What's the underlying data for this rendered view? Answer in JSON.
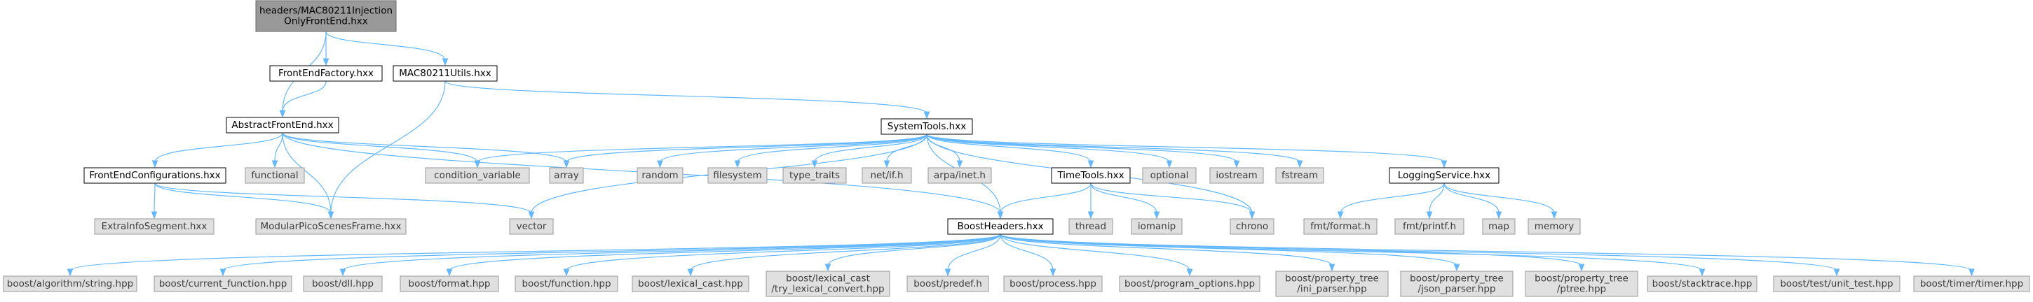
{
  "graph": {
    "edge_color": "#63b8ff",
    "nodes": [
      {
        "id": "main",
        "kind": "main",
        "lines": [
          "headers/MAC80211Injection",
          "OnlyFrontEnd.hxx"
        ]
      },
      {
        "id": "frontendfactory",
        "kind": "local",
        "lines": [
          "FrontEndFactory.hxx"
        ]
      },
      {
        "id": "mac80211utils",
        "kind": "local",
        "lines": [
          "MAC80211Utils.hxx"
        ]
      },
      {
        "id": "abstractfrontend",
        "kind": "local",
        "lines": [
          "AbstractFrontEnd.hxx"
        ]
      },
      {
        "id": "systemtools",
        "kind": "local",
        "lines": [
          "SystemTools.hxx"
        ]
      },
      {
        "id": "frontendconfigurations",
        "kind": "local",
        "lines": [
          "FrontEndConfigurations.hxx"
        ]
      },
      {
        "id": "functional",
        "kind": "ext",
        "lines": [
          "functional"
        ]
      },
      {
        "id": "condition_variable",
        "kind": "ext",
        "lines": [
          "condition_variable"
        ]
      },
      {
        "id": "array",
        "kind": "ext",
        "lines": [
          "array"
        ]
      },
      {
        "id": "random",
        "kind": "ext",
        "lines": [
          "random"
        ]
      },
      {
        "id": "filesystem",
        "kind": "ext",
        "lines": [
          "filesystem"
        ]
      },
      {
        "id": "type_traits",
        "kind": "ext",
        "lines": [
          "type_traits"
        ]
      },
      {
        "id": "net_if",
        "kind": "ext",
        "lines": [
          "net/if.h"
        ]
      },
      {
        "id": "arpa_inet",
        "kind": "ext",
        "lines": [
          "arpa/inet.h"
        ]
      },
      {
        "id": "timetools",
        "kind": "local",
        "lines": [
          "TimeTools.hxx"
        ]
      },
      {
        "id": "optional",
        "kind": "ext",
        "lines": [
          "optional"
        ]
      },
      {
        "id": "iostream",
        "kind": "ext",
        "lines": [
          "iostream"
        ]
      },
      {
        "id": "fstream",
        "kind": "ext",
        "lines": [
          "fstream"
        ]
      },
      {
        "id": "loggingservice",
        "kind": "local",
        "lines": [
          "LoggingService.hxx"
        ]
      },
      {
        "id": "extrainfosegment",
        "kind": "ext",
        "lines": [
          "ExtraInfoSegment.hxx"
        ]
      },
      {
        "id": "modularpicoscenesframe",
        "kind": "ext",
        "lines": [
          "ModularPicoScenesFrame.hxx"
        ]
      },
      {
        "id": "vector",
        "kind": "ext",
        "lines": [
          "vector"
        ]
      },
      {
        "id": "boostheaders",
        "kind": "local",
        "lines": [
          "BoostHeaders.hxx"
        ]
      },
      {
        "id": "thread",
        "kind": "ext",
        "lines": [
          "thread"
        ]
      },
      {
        "id": "iomanip",
        "kind": "ext",
        "lines": [
          "iomanip"
        ]
      },
      {
        "id": "chrono",
        "kind": "ext",
        "lines": [
          "chrono"
        ]
      },
      {
        "id": "fmt_format",
        "kind": "ext",
        "lines": [
          "fmt/format.h"
        ]
      },
      {
        "id": "fmt_printf",
        "kind": "ext",
        "lines": [
          "fmt/printf.h"
        ]
      },
      {
        "id": "map",
        "kind": "ext",
        "lines": [
          "map"
        ]
      },
      {
        "id": "memory",
        "kind": "ext",
        "lines": [
          "memory"
        ]
      },
      {
        "id": "b_algorithm",
        "kind": "ext",
        "lines": [
          "boost/algorithm/string.hpp"
        ]
      },
      {
        "id": "b_current_function",
        "kind": "ext",
        "lines": [
          "boost/current_function.hpp"
        ]
      },
      {
        "id": "b_dll",
        "kind": "ext",
        "lines": [
          "boost/dll.hpp"
        ]
      },
      {
        "id": "b_format",
        "kind": "ext",
        "lines": [
          "boost/format.hpp"
        ]
      },
      {
        "id": "b_function",
        "kind": "ext",
        "lines": [
          "boost/function.hpp"
        ]
      },
      {
        "id": "b_lexical_cast",
        "kind": "ext",
        "lines": [
          "boost/lexical_cast.hpp"
        ]
      },
      {
        "id": "b_try_lexical",
        "kind": "ext",
        "lines": [
          "boost/lexical_cast",
          "/try_lexical_convert.hpp"
        ]
      },
      {
        "id": "b_predef",
        "kind": "ext",
        "lines": [
          "boost/predef.h"
        ]
      },
      {
        "id": "b_process",
        "kind": "ext",
        "lines": [
          "boost/process.hpp"
        ]
      },
      {
        "id": "b_program_options",
        "kind": "ext",
        "lines": [
          "boost/program_options.hpp"
        ]
      },
      {
        "id": "b_ini_parser",
        "kind": "ext",
        "lines": [
          "boost/property_tree",
          "/ini_parser.hpp"
        ]
      },
      {
        "id": "b_json_parser",
        "kind": "ext",
        "lines": [
          "boost/property_tree",
          "/json_parser.hpp"
        ]
      },
      {
        "id": "b_ptree",
        "kind": "ext",
        "lines": [
          "boost/property_tree",
          "/ptree.hpp"
        ]
      },
      {
        "id": "b_stacktrace",
        "kind": "ext",
        "lines": [
          "boost/stacktrace.hpp"
        ]
      },
      {
        "id": "b_unit_test",
        "kind": "ext",
        "lines": [
          "boost/test/unit_test.hpp"
        ]
      },
      {
        "id": "b_timer",
        "kind": "ext",
        "lines": [
          "boost/timer/timer.hpp"
        ]
      }
    ],
    "edges": [
      [
        "main",
        "frontendfactory"
      ],
      [
        "main",
        "mac80211utils"
      ],
      [
        "main",
        "abstractfrontend"
      ],
      [
        "frontendfactory",
        "abstractfrontend"
      ],
      [
        "mac80211utils",
        "systemtools"
      ],
      [
        "mac80211utils",
        "modularpicoscenesframe"
      ],
      [
        "abstractfrontend",
        "frontendconfigurations"
      ],
      [
        "abstractfrontend",
        "functional"
      ],
      [
        "abstractfrontend",
        "condition_variable"
      ],
      [
        "abstractfrontend",
        "array"
      ],
      [
        "abstractfrontend",
        "modularpicoscenesframe"
      ],
      [
        "abstractfrontend",
        "boostheaders"
      ],
      [
        "frontendconfigurations",
        "extrainfosegment"
      ],
      [
        "frontendconfigurations",
        "modularpicoscenesframe"
      ],
      [
        "frontendconfigurations",
        "vector"
      ],
      [
        "systemtools",
        "condition_variable"
      ],
      [
        "systemtools",
        "array"
      ],
      [
        "systemtools",
        "vector"
      ],
      [
        "systemtools",
        "random"
      ],
      [
        "systemtools",
        "filesystem"
      ],
      [
        "systemtools",
        "type_traits"
      ],
      [
        "systemtools",
        "net_if"
      ],
      [
        "systemtools",
        "arpa_inet"
      ],
      [
        "systemtools",
        "boostheaders"
      ],
      [
        "systemtools",
        "timetools"
      ],
      [
        "systemtools",
        "optional"
      ],
      [
        "systemtools",
        "iostream"
      ],
      [
        "systemtools",
        "fstream"
      ],
      [
        "systemtools",
        "chrono"
      ],
      [
        "systemtools",
        "loggingservice"
      ],
      [
        "timetools",
        "boostheaders"
      ],
      [
        "timetools",
        "thread"
      ],
      [
        "timetools",
        "iomanip"
      ],
      [
        "timetools",
        "chrono"
      ],
      [
        "loggingservice",
        "fmt_format"
      ],
      [
        "loggingservice",
        "fmt_printf"
      ],
      [
        "loggingservice",
        "map"
      ],
      [
        "loggingservice",
        "memory"
      ],
      [
        "boostheaders",
        "b_algorithm"
      ],
      [
        "boostheaders",
        "b_current_function"
      ],
      [
        "boostheaders",
        "b_dll"
      ],
      [
        "boostheaders",
        "b_format"
      ],
      [
        "boostheaders",
        "b_function"
      ],
      [
        "boostheaders",
        "b_lexical_cast"
      ],
      [
        "boostheaders",
        "b_try_lexical"
      ],
      [
        "boostheaders",
        "b_predef"
      ],
      [
        "boostheaders",
        "b_process"
      ],
      [
        "boostheaders",
        "b_program_options"
      ],
      [
        "boostheaders",
        "b_ini_parser"
      ],
      [
        "boostheaders",
        "b_json_parser"
      ],
      [
        "boostheaders",
        "b_ptree"
      ],
      [
        "boostheaders",
        "b_stacktrace"
      ],
      [
        "boostheaders",
        "b_unit_test"
      ],
      [
        "boostheaders",
        "b_timer"
      ]
    ]
  }
}
